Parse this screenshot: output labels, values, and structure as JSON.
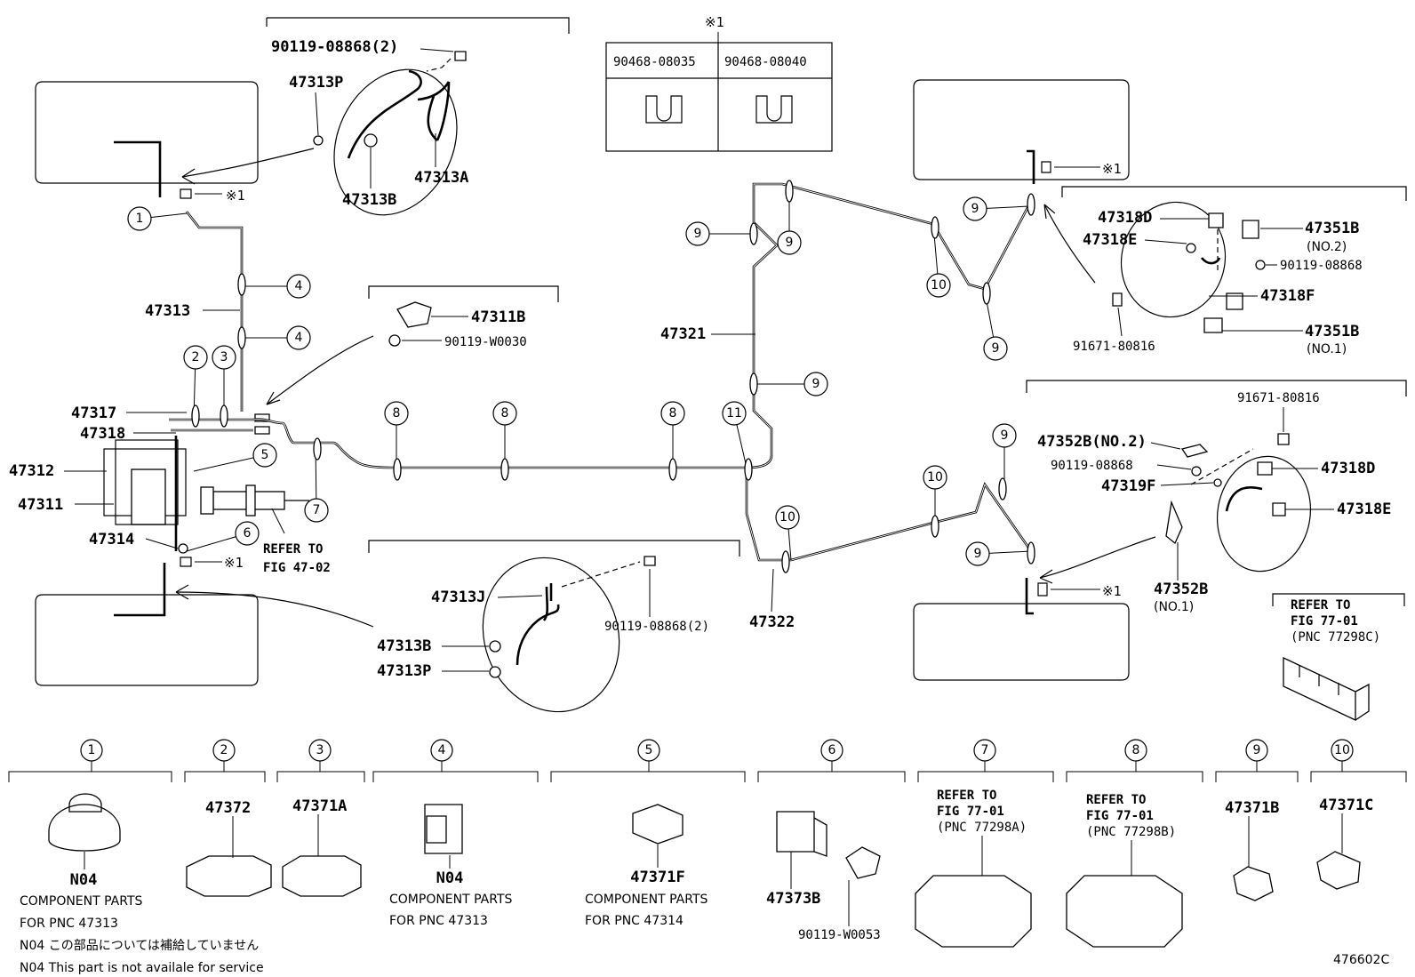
{
  "diagram_id": "476602C",
  "asterisk": "※1",
  "top_table": {
    "left_pn": "90468-08035",
    "right_pn": "90468-08040"
  },
  "labels": {
    "p90119_08868_2_top": "90119-08868(2)",
    "p47313P_top": "47313P",
    "p47313A": "47313A",
    "p47313B_top": "47313B",
    "p47313": "47313",
    "p47311B": "47311B",
    "p90119_W0030": "90119-W0030",
    "p47317": "47317",
    "p47318": "47318",
    "p47312": "47312",
    "p47311": "47311",
    "p47314": "47314",
    "refer_fig_47_02_a": "REFER TO",
    "refer_fig_47_02_b": "FIG 47-02",
    "p47313J": "47313J",
    "p90119_08868_2_bot": "90119-08868(2)",
    "p47313B_bot": "47313B",
    "p47313P_bot": "47313P",
    "p47321": "47321",
    "p47322": "47322",
    "p47318D_r": "47318D",
    "p47318E_r": "47318E",
    "p47351B_no2": "47351B",
    "no2": "(NO.2)",
    "p90119_08868_r": "90119-08868",
    "p47318F": "47318F",
    "p47351B_no1": "47351B",
    "no1": "(NO.1)",
    "p91671_80816_a": "91671-80816",
    "p91671_80816_b": "91671-80816",
    "p47352B_no2": "47352B(NO.2)",
    "p90119_08868_rr": "90119-08868",
    "p47319F": "47319F",
    "p47318D_rr": "47318D",
    "p47318E_rr": "47318E",
    "p47352B_no1": "47352B",
    "no1_b": "(NO.1)",
    "refer_77_01_c_a": "REFER TO",
    "refer_77_01_c_b": "FIG 77-01",
    "refer_77_01_c_c": "(PNC 77298C)"
  },
  "bottom_parts": [
    {
      "num": "1",
      "pn": "N04",
      "lines": [
        "COMPONENT PARTS",
        "FOR PNC 47313",
        "N04 この部品については補給していません",
        "N04  This part is not availale for service"
      ]
    },
    {
      "num": "2",
      "pn": "47372",
      "lines": []
    },
    {
      "num": "3",
      "pn": "47371A",
      "lines": []
    },
    {
      "num": "4",
      "pn": "N04",
      "lines": [
        "COMPONENT PARTS",
        "FOR PNC 47313"
      ]
    },
    {
      "num": "5",
      "pn": "47371F",
      "lines": [
        "COMPONENT PARTS",
        "FOR PNC 47314"
      ]
    },
    {
      "num": "6",
      "pn": "47373B",
      "pn2": "90119-W0053",
      "lines": []
    },
    {
      "num": "7",
      "pn": "",
      "lines": [
        "REFER TO",
        "FIG 77-01",
        "(PNC 77298A)"
      ]
    },
    {
      "num": "8",
      "pn": "",
      "lines": [
        "REFER TO",
        "FIG 77-01",
        "(PNC 77298B)"
      ]
    },
    {
      "num": "9",
      "pn": "47371B",
      "lines": []
    },
    {
      "num": "10",
      "pn": "47371C",
      "lines": []
    }
  ]
}
